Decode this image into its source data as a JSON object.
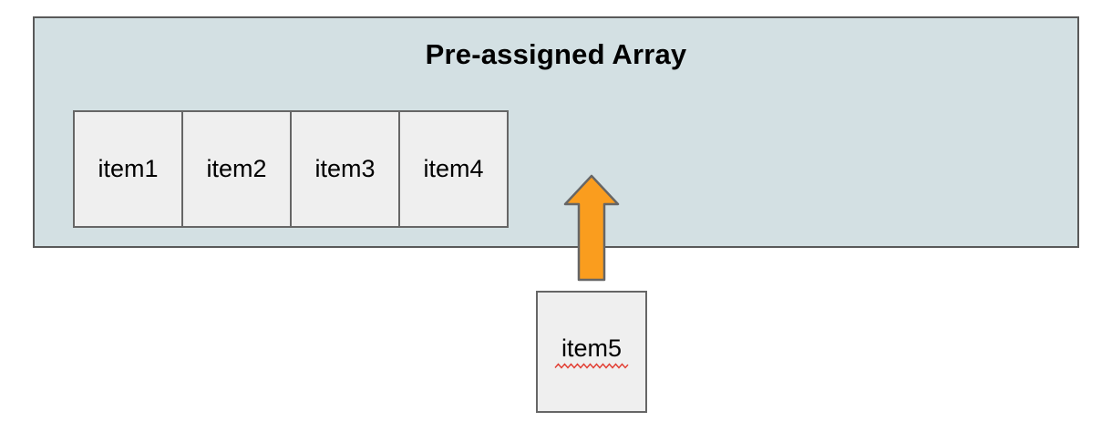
{
  "diagram": {
    "title": "Pre-assigned Array",
    "array_items": [
      "item1",
      "item2",
      "item3",
      "item4"
    ],
    "incoming_item": {
      "label": "item5",
      "spellcheck_underline": true
    },
    "arrow": {
      "direction": "up",
      "meaning": "item5 being inserted into pre-assigned array"
    },
    "colors": {
      "container_fill": "#d3e0e3",
      "container_border": "#595959",
      "cell_fill": "#efefef",
      "cell_border": "#666666",
      "arrow_fill": "#fa9d1e",
      "arrow_border": "#666666",
      "spellcheck_underline": "#e23d32",
      "text": "#000000"
    }
  }
}
